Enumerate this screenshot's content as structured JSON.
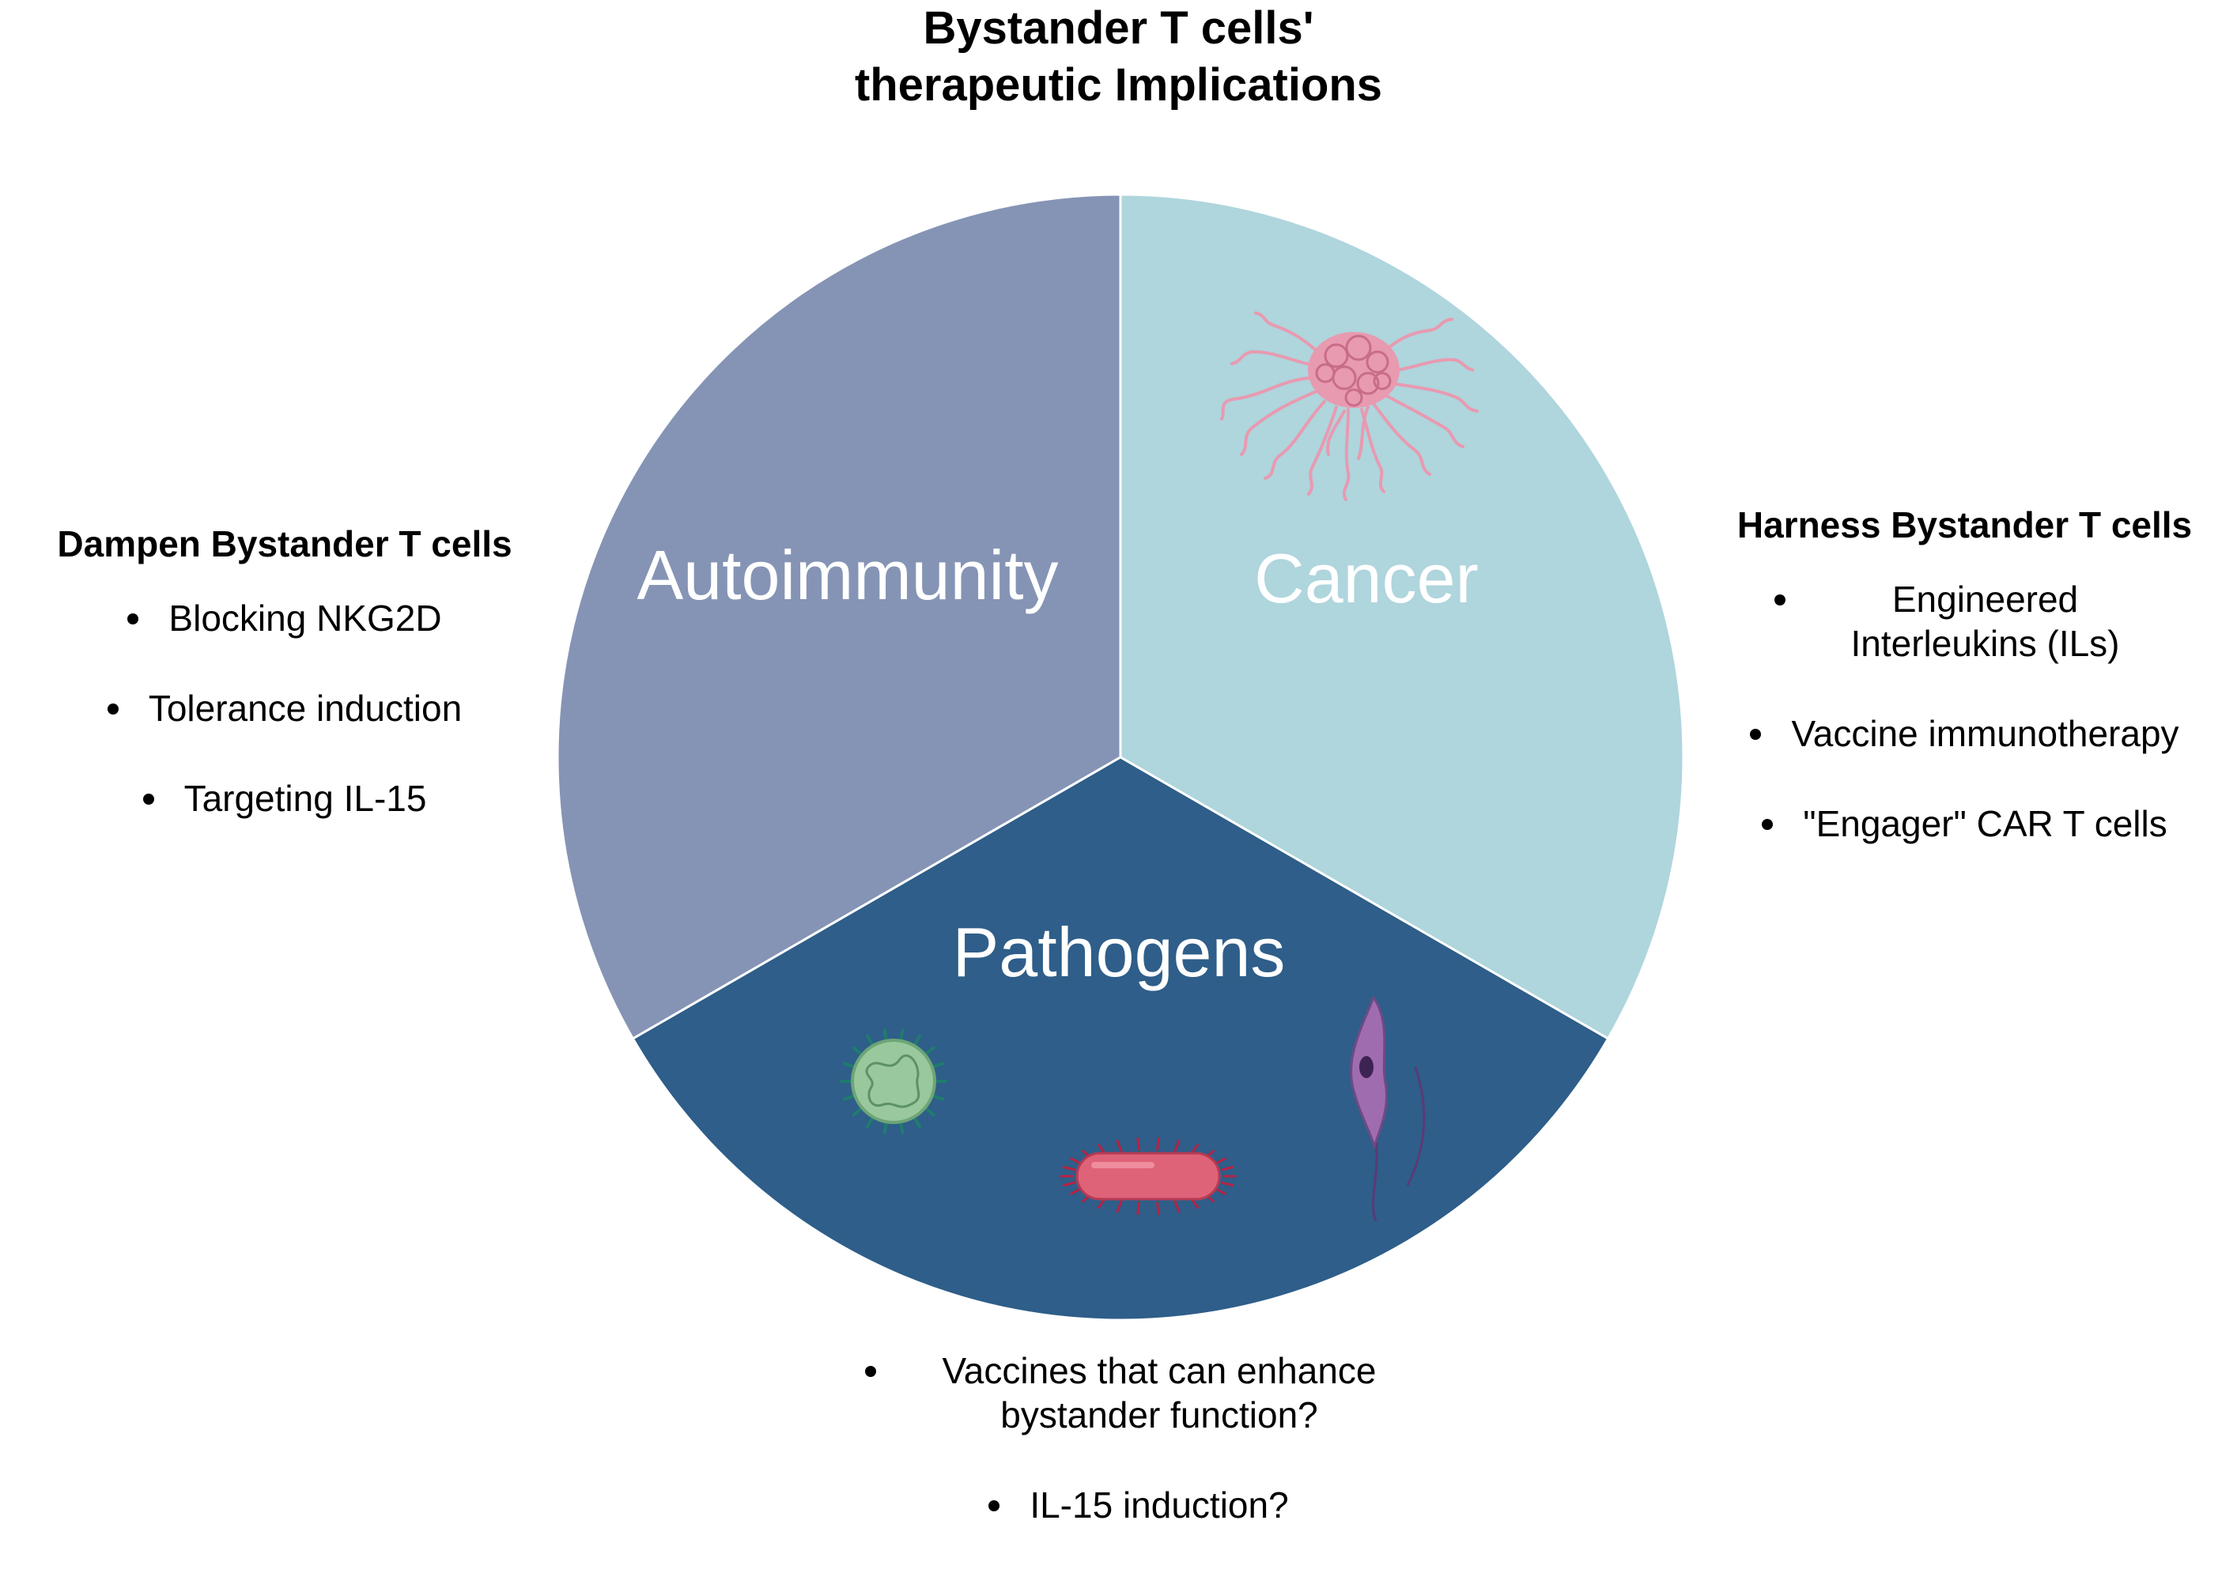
{
  "title": {
    "line1": "Bystander T cells'",
    "line2": "therapeutic Implications"
  },
  "colors": {
    "autoimmunity": "#8594b5",
    "cancer": "#afd5dd",
    "pathogens": "#2e5e89",
    "tumor": "#e89ab0",
    "virus": "#98c89c",
    "bacterium": "#de6278",
    "parasite": "#a06cb0"
  },
  "slices": {
    "autoimmunity": "Autoimmunity",
    "cancer": "Cancer",
    "pathogens": "Pathogens"
  },
  "icons": {
    "tumor": "tumor-icon",
    "virus": "virus-icon",
    "bacterium": "bacterium-icon",
    "parasite": "parasite-icon"
  },
  "left_panel": {
    "heading": "Dampen Bystander T cells",
    "items": [
      "Blocking NKG2D",
      "Tolerance induction",
      "Targeting IL-15"
    ]
  },
  "right_panel": {
    "heading": "Harness Bystander T cells",
    "items": [
      "Engineered Interleukins (ILs)",
      "Vaccine immunotherapy",
      "\"Engager\" CAR T cells"
    ]
  },
  "bottom_panel": {
    "items": [
      "Vaccines that can enhance bystander function?",
      "IL-15 induction?"
    ]
  }
}
